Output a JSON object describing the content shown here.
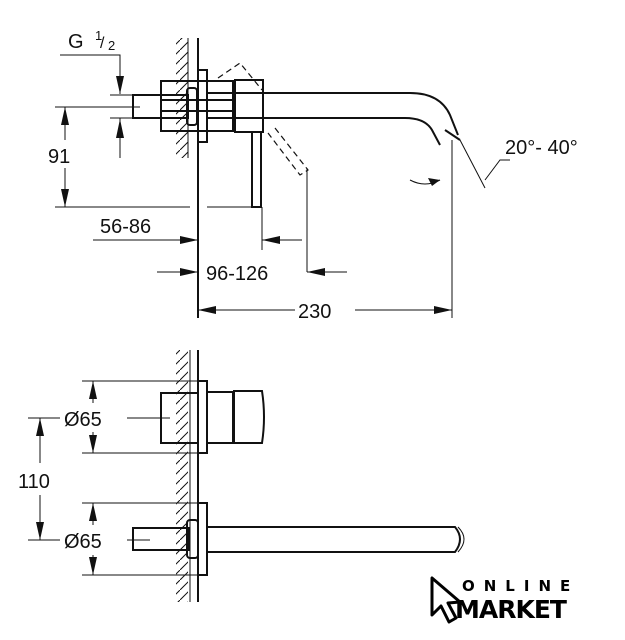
{
  "side_view": {
    "thread_label": "G",
    "thread_fraction_num": "1",
    "thread_fraction_den": "2",
    "height_dim": "91",
    "wall_depth_dim": "56-86",
    "lever_dim": "96-126",
    "projection_dim": "230",
    "angle_dim": "20°- 40°"
  },
  "front_view": {
    "diameter_top": "Ø65",
    "diameter_bottom": "Ø65",
    "spacing_dim": "110"
  },
  "logo": {
    "line1": "ONLINE",
    "line2": "MARKET"
  }
}
